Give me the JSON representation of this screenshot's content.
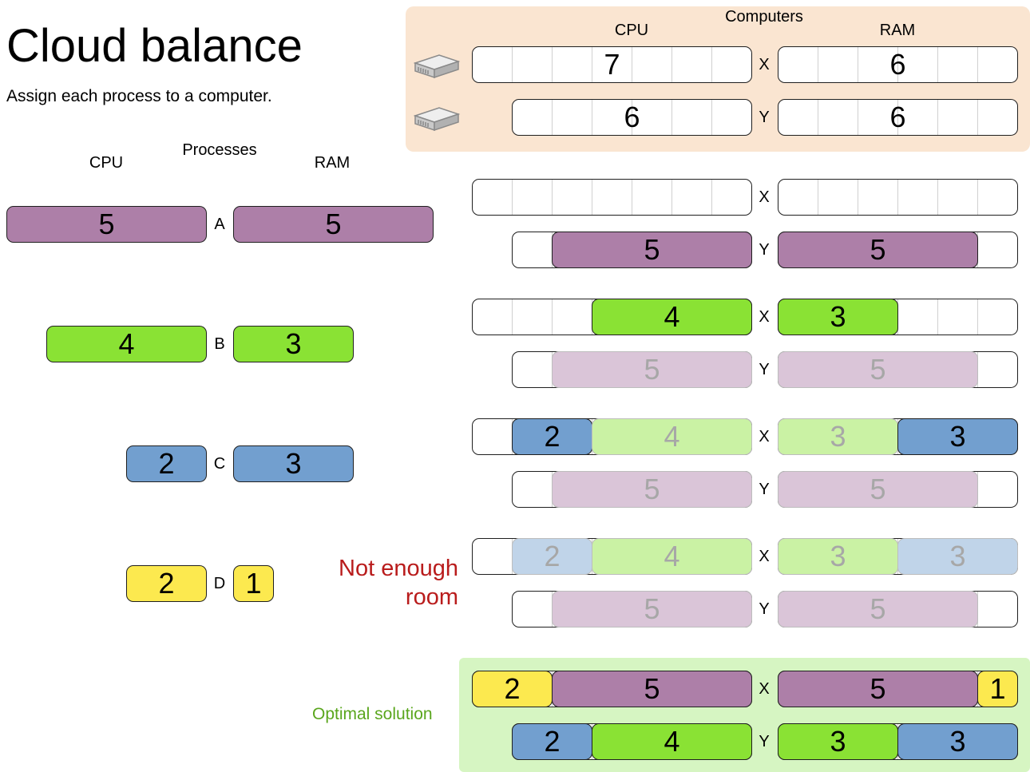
{
  "title": "Cloud balance",
  "subtitle": "Assign each process to a computer.",
  "processes": {
    "heading": "Processes",
    "cpu_header": "CPU",
    "ram_header": "RAM",
    "items": [
      {
        "id": "A",
        "cpu": "5",
        "ram": "5",
        "color": "#ad7fa8"
      },
      {
        "id": "B",
        "cpu": "4",
        "ram": "3",
        "color": "#8ae234"
      },
      {
        "id": "C",
        "cpu": "2",
        "ram": "3",
        "color": "#729fcf"
      },
      {
        "id": "D",
        "cpu": "2",
        "ram": "1",
        "color": "#fce94f"
      }
    ]
  },
  "computers": {
    "heading": "Computers",
    "cpu_header": "CPU",
    "ram_header": "RAM",
    "icon": "server-icon",
    "items": [
      {
        "id": "X",
        "cpu_capacity": "7",
        "ram_capacity": "6"
      },
      {
        "id": "Y",
        "cpu_capacity": "6",
        "ram_capacity": "6"
      }
    ]
  },
  "steps": [
    {
      "x_cpu": [],
      "x_ram": [],
      "y_cpu": [
        "5"
      ],
      "y_ram": [
        "5"
      ]
    },
    {
      "x_cpu": [
        "4"
      ],
      "x_ram": [
        "3"
      ],
      "y_cpu": [
        "5"
      ],
      "y_ram": [
        "5"
      ]
    },
    {
      "x_cpu": [
        "2",
        "4"
      ],
      "x_ram": [
        "3",
        "3"
      ],
      "y_cpu": [
        "5"
      ],
      "y_ram": [
        "5"
      ]
    },
    {
      "x_cpu": [
        "2",
        "4"
      ],
      "x_ram": [
        "3",
        "3"
      ],
      "y_cpu": [
        "5"
      ],
      "y_ram": [
        "5"
      ]
    },
    {
      "x_cpu": [
        "2",
        "5"
      ],
      "x_ram": [
        "5",
        "1"
      ],
      "y_cpu": [
        "2",
        "4"
      ],
      "y_ram": [
        "3",
        "3"
      ]
    }
  ],
  "notes": {
    "not_enough_room": "Not enough room",
    "not_enough_room_line1": "Not enough",
    "not_enough_room_line2": "room",
    "optimal_solution": "Optimal solution"
  },
  "colors": {
    "computers_panel": "#fae5d1",
    "optimal_panel": "#d6f5c2",
    "warning_text": "#b91c1c",
    "optimal_text": "#5aa61d",
    "process_A": "#ad7fa8",
    "process_B": "#8ae234",
    "process_C": "#729fcf",
    "process_D": "#fce94f"
  }
}
